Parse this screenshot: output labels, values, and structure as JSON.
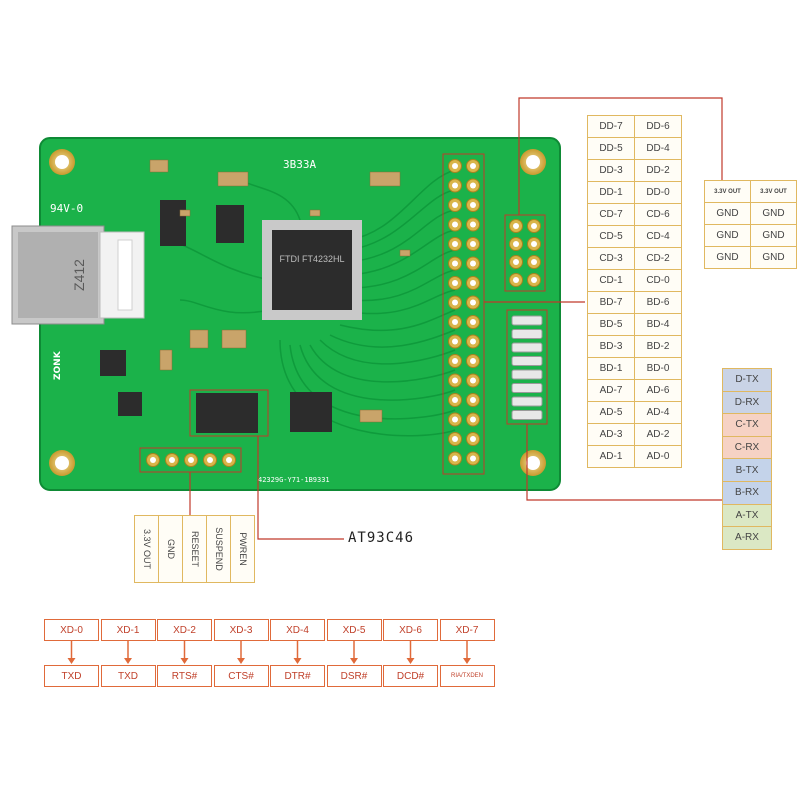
{
  "board": {
    "silk_top": "3B33A",
    "silk_left": "94V-0",
    "silk_bottom": "42329G-Y71-1B9331",
    "chip_label": "FTDI FT4232HL",
    "brand_logo": "ZONK",
    "usb_id": "Z412"
  },
  "pin_table": {
    "rows": [
      [
        "DD-7",
        "DD-6"
      ],
      [
        "DD-5",
        "DD-4"
      ],
      [
        "DD-3",
        "DD-2"
      ],
      [
        "DD-1",
        "DD-0"
      ],
      [
        "CD-7",
        "CD-6"
      ],
      [
        "CD-5",
        "CD-4"
      ],
      [
        "CD-3",
        "CD-2"
      ],
      [
        "CD-1",
        "CD-0"
      ],
      [
        "BD-7",
        "BD-6"
      ],
      [
        "BD-5",
        "BD-4"
      ],
      [
        "BD-3",
        "BD-2"
      ],
      [
        "BD-1",
        "BD-0"
      ],
      [
        "AD-7",
        "AD-6"
      ],
      [
        "AD-5",
        "AD-4"
      ],
      [
        "AD-3",
        "AD-2"
      ],
      [
        "AD-1",
        "AD-0"
      ]
    ]
  },
  "power_table": {
    "rows": [
      [
        "3.3V OUT",
        "3.3V OUT"
      ],
      [
        "GND",
        "GND"
      ],
      [
        "GND",
        "GND"
      ],
      [
        "GND",
        "GND"
      ]
    ]
  },
  "uart_table": {
    "rows": [
      {
        "label": "D-TX",
        "color": "#c9d3e6"
      },
      {
        "label": "D-RX",
        "color": "#c9d3e6"
      },
      {
        "label": "C-TX",
        "color": "#f6d2c4"
      },
      {
        "label": "C-RX",
        "color": "#f6d2c4"
      },
      {
        "label": "B-TX",
        "color": "#c4d3ea"
      },
      {
        "label": "B-RX",
        "color": "#c4d3ea"
      },
      {
        "label": "A-TX",
        "color": "#dbe8c4"
      },
      {
        "label": "A-RX",
        "color": "#dbe8c4"
      }
    ]
  },
  "bottom_header": {
    "labels": [
      "3.3V OUT",
      "GND",
      "RESEET",
      "SUSPEND",
      "PWREN"
    ]
  },
  "eeprom_label": "AT93C46",
  "xd_map": [
    {
      "from": "XD-0",
      "to": "TXD"
    },
    {
      "from": "XD-1",
      "to": "TXD"
    },
    {
      "from": "XD-2",
      "to": "RTS#"
    },
    {
      "from": "XD-3",
      "to": "CTS#"
    },
    {
      "from": "XD-4",
      "to": "DTR#"
    },
    {
      "from": "XD-5",
      "to": "DSR#"
    },
    {
      "from": "XD-6",
      "to": "DCD#"
    },
    {
      "from": "XD-7",
      "to": "RIA/TXDEN"
    }
  ],
  "colors": {
    "pcb": "#1bb24a",
    "pcb_dark": "#12913a",
    "line": "#c0392b",
    "cell_border": "#e0b860",
    "xd_border": "#e06a3a",
    "arrow": "#e06a3a"
  }
}
